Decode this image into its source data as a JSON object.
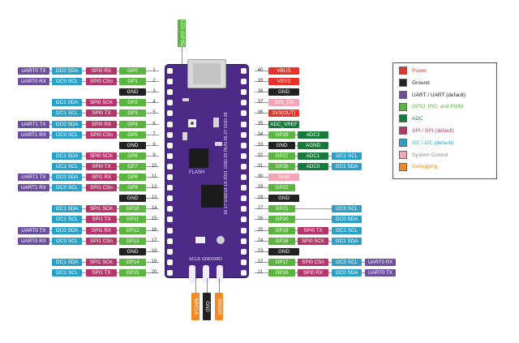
{
  "led_label": "LED (GP25)",
  "swd": [
    {
      "label": "SWCLK",
      "color": "#f08a24"
    },
    {
      "label": "GND",
      "color": "#222222"
    },
    {
      "label": "SWDIO",
      "color": "#f08a24"
    }
  ],
  "colors": {
    "power": "#e8332a",
    "ground": "#222222",
    "uart": "#6b4f9e",
    "gpio": "#5ab53e",
    "adc": "#157a3a",
    "spi": "#b4356a",
    "i2c": "#2b9fc6",
    "system": "#f3a7b6",
    "debug": "#f08a24",
    "gray_text": "#888888"
  },
  "silk": {
    "flash": "FLASH",
    "bottom": "SCLK GNDSWD",
    "left_numbers": "16 17 GND18 19 2021 GND 22 RUN 26 27 GND 28"
  },
  "pins_left": [
    {
      "num": "1",
      "labels": [
        {
          "t": "UART0 TX",
          "c": "uart"
        },
        {
          "t": "I2C0 SDA",
          "c": "i2c"
        },
        {
          "t": "SPI0 RX",
          "c": "spi"
        },
        {
          "t": "GP0",
          "c": "gpio"
        }
      ]
    },
    {
      "num": "2",
      "labels": [
        {
          "t": "UART0 RX",
          "c": "uart"
        },
        {
          "t": "I2C0 SCL",
          "c": "i2c"
        },
        {
          "t": "SPI0 CSn",
          "c": "spi"
        },
        {
          "t": "GP1",
          "c": "gpio"
        }
      ]
    },
    {
      "num": "3",
      "labels": [
        {
          "t": "GND",
          "c": "ground"
        }
      ]
    },
    {
      "num": "4",
      "labels": [
        {
          "t": "I2C1 SDA",
          "c": "i2c"
        },
        {
          "t": "SPI0 SCK",
          "c": "spi"
        },
        {
          "t": "GP2",
          "c": "gpio"
        }
      ]
    },
    {
      "num": "5",
      "labels": [
        {
          "t": "I2C1 SCL",
          "c": "i2c"
        },
        {
          "t": "SPI0 TX",
          "c": "spi"
        },
        {
          "t": "GP3",
          "c": "gpio"
        }
      ]
    },
    {
      "num": "6",
      "labels": [
        {
          "t": "UART1 TX",
          "c": "uart"
        },
        {
          "t": "I2C0 SDA",
          "c": "i2c"
        },
        {
          "t": "SPI0 RX",
          "c": "spi"
        },
        {
          "t": "GP4",
          "c": "gpio"
        }
      ]
    },
    {
      "num": "7",
      "labels": [
        {
          "t": "UART1 RX",
          "c": "uart"
        },
        {
          "t": "I2C0 SCL",
          "c": "i2c"
        },
        {
          "t": "SPI0 CSn",
          "c": "spi"
        },
        {
          "t": "GP5",
          "c": "gpio"
        }
      ]
    },
    {
      "num": "8",
      "labels": [
        {
          "t": "GND",
          "c": "ground"
        }
      ]
    },
    {
      "num": "9",
      "labels": [
        {
          "t": "I2C1 SDA",
          "c": "i2c"
        },
        {
          "t": "SPI0 SCK",
          "c": "spi"
        },
        {
          "t": "GP6",
          "c": "gpio"
        }
      ]
    },
    {
      "num": "10",
      "labels": [
        {
          "t": "I2C1 SCL",
          "c": "i2c"
        },
        {
          "t": "SPI0 TX",
          "c": "spi"
        },
        {
          "t": "GP7",
          "c": "gpio"
        }
      ]
    },
    {
      "num": "11",
      "labels": [
        {
          "t": "UART1 TX",
          "c": "uart"
        },
        {
          "t": "I2C0 SDA",
          "c": "i2c"
        },
        {
          "t": "SPI1 RX",
          "c": "spi"
        },
        {
          "t": "GP8",
          "c": "gpio"
        }
      ]
    },
    {
      "num": "12",
      "labels": [
        {
          "t": "UART1 RX",
          "c": "uart"
        },
        {
          "t": "I2C0 SCL",
          "c": "i2c"
        },
        {
          "t": "SPI1 CSn",
          "c": "spi"
        },
        {
          "t": "GP9",
          "c": "gpio"
        }
      ]
    },
    {
      "num": "13",
      "labels": [
        {
          "t": "GND",
          "c": "ground"
        }
      ]
    },
    {
      "num": "14",
      "labels": [
        {
          "t": "I2C1 SDA",
          "c": "i2c"
        },
        {
          "t": "SPI1 SCK",
          "c": "spi"
        },
        {
          "t": "GP10",
          "c": "gpio"
        }
      ]
    },
    {
      "num": "15",
      "labels": [
        {
          "t": "I2C1 SCL",
          "c": "i2c"
        },
        {
          "t": "SPI1 TX",
          "c": "spi"
        },
        {
          "t": "GP11",
          "c": "gpio"
        }
      ]
    },
    {
      "num": "16",
      "labels": [
        {
          "t": "UART0 TX",
          "c": "uart"
        },
        {
          "t": "I2C0 SDA",
          "c": "i2c"
        },
        {
          "t": "SPI1 RX",
          "c": "spi"
        },
        {
          "t": "GP12",
          "c": "gpio"
        }
      ]
    },
    {
      "num": "17",
      "labels": [
        {
          "t": "UART0 RX",
          "c": "uart"
        },
        {
          "t": "I2C0 SCL",
          "c": "i2c"
        },
        {
          "t": "SPI1 CSn",
          "c": "spi"
        },
        {
          "t": "GP13",
          "c": "gpio"
        }
      ]
    },
    {
      "num": "18",
      "labels": [
        {
          "t": "GND",
          "c": "ground"
        }
      ]
    },
    {
      "num": "19",
      "labels": [
        {
          "t": "I2C1 SDA",
          "c": "i2c"
        },
        {
          "t": "SPI1 SCK",
          "c": "spi"
        },
        {
          "t": "GP14",
          "c": "gpio"
        }
      ]
    },
    {
      "num": "20",
      "labels": [
        {
          "t": "I2C1 SCL",
          "c": "i2c"
        },
        {
          "t": "SPI1 TX",
          "c": "spi"
        },
        {
          "t": "GP15",
          "c": "gpio"
        }
      ]
    }
  ],
  "pins_right": [
    {
      "num": "40",
      "labels": [
        {
          "t": "VBUS",
          "c": "power"
        }
      ]
    },
    {
      "num": "39",
      "labels": [
        {
          "t": "VSYS",
          "c": "power"
        }
      ]
    },
    {
      "num": "38",
      "labels": [
        {
          "t": "GND",
          "c": "ground"
        }
      ]
    },
    {
      "num": "37",
      "labels": [
        {
          "t": "3V3_EN",
          "c": "system"
        }
      ]
    },
    {
      "num": "36",
      "labels": [
        {
          "t": "3V3(OUT)",
          "c": "power"
        }
      ]
    },
    {
      "num": "35",
      "labels": [
        {
          "t": "ADC_VREF",
          "c": "adc"
        }
      ]
    },
    {
      "num": "34",
      "labels": [
        {
          "t": "GP28",
          "c": "gpio"
        },
        {
          "t": "ADC2",
          "c": "adc"
        }
      ]
    },
    {
      "num": "33",
      "labels": [
        {
          "t": "GND",
          "c": "ground"
        },
        {
          "t": "AGND",
          "c": "adc"
        }
      ]
    },
    {
      "num": "32",
      "labels": [
        {
          "t": "GP27",
          "c": "gpio"
        },
        {
          "t": "ADC1",
          "c": "adc"
        },
        {
          "t": "I2C1 SCL",
          "c": "i2c"
        }
      ]
    },
    {
      "num": "31",
      "labels": [
        {
          "t": "GP26",
          "c": "gpio"
        },
        {
          "t": "ADC0",
          "c": "adc"
        },
        {
          "t": "I2C1 SDA",
          "c": "i2c"
        }
      ]
    },
    {
      "num": "30",
      "labels": [
        {
          "t": "RUN",
          "c": "system"
        }
      ]
    },
    {
      "num": "29",
      "labels": [
        {
          "t": "GP22",
          "c": "gpio"
        }
      ]
    },
    {
      "num": "28",
      "labels": [
        {
          "t": "GND",
          "c": "ground"
        }
      ]
    },
    {
      "num": "27",
      "labels": [
        {
          "t": "GP21",
          "c": "gpio"
        },
        {
          "t": "",
          "c": "none"
        },
        {
          "t": "I2C0 SCL",
          "c": "i2c"
        }
      ]
    },
    {
      "num": "26",
      "labels": [
        {
          "t": "GP20",
          "c": "gpio"
        },
        {
          "t": "",
          "c": "none"
        },
        {
          "t": "I2C0 SDA",
          "c": "i2c"
        }
      ]
    },
    {
      "num": "25",
      "labels": [
        {
          "t": "GP19",
          "c": "gpio"
        },
        {
          "t": "SPI0 TX",
          "c": "spi"
        },
        {
          "t": "I2C1 SCL",
          "c": "i2c"
        }
      ]
    },
    {
      "num": "24",
      "labels": [
        {
          "t": "GP18",
          "c": "gpio"
        },
        {
          "t": "SPI0 SCK",
          "c": "spi"
        },
        {
          "t": "I2C1 SDA",
          "c": "i2c"
        }
      ]
    },
    {
      "num": "23",
      "labels": [
        {
          "t": "GND",
          "c": "ground"
        }
      ]
    },
    {
      "num": "22",
      "labels": [
        {
          "t": "GP17",
          "c": "gpio"
        },
        {
          "t": "SPI0 CSn",
          "c": "spi"
        },
        {
          "t": "I2C0 SCL",
          "c": "i2c"
        },
        {
          "t": "UART0 RX",
          "c": "uart"
        }
      ]
    },
    {
      "num": "21",
      "labels": [
        {
          "t": "GP16",
          "c": "gpio"
        },
        {
          "t": "SPI0 RX",
          "c": "spi"
        },
        {
          "t": "I2C0 SDA",
          "c": "i2c"
        },
        {
          "t": "UART0 TX",
          "c": "uart"
        }
      ]
    }
  ],
  "legend": [
    {
      "text": "Power",
      "c": "power"
    },
    {
      "text": "Ground",
      "c": "ground"
    },
    {
      "text": "UART / UART (default)",
      "c": "uart"
    },
    {
      "text": "GPIO, PIO, and PWM",
      "c": "gpio"
    },
    {
      "text": "ADC",
      "c": "adc"
    },
    {
      "text": "SPI / SPI (default)",
      "c": "spi"
    },
    {
      "text": "I2C / I2C (default)",
      "c": "i2c"
    },
    {
      "text": "System Control",
      "c": "system"
    },
    {
      "text": "Debugging",
      "c": "debug"
    }
  ]
}
